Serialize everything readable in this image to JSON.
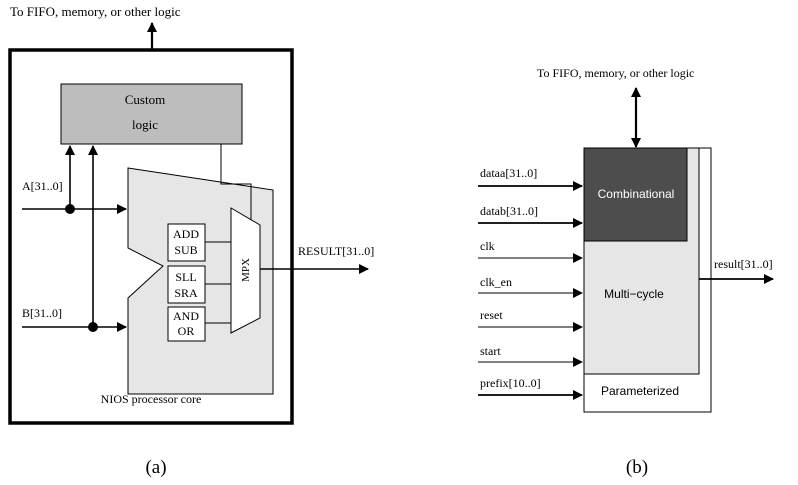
{
  "figure_a": {
    "top_label": "To FIFO, memory, or other logic",
    "custom_logic_line1": "Custom",
    "custom_logic_line2": "logic",
    "input_a": "A[31..0]",
    "input_b": "B[31..0]",
    "output": "RESULT[31..0]",
    "unit1_line1": "ADD",
    "unit1_line2": "SUB",
    "unit2_line1": "SLL",
    "unit2_line2": "SRA",
    "unit3_line1": "AND",
    "unit3_line2": "OR",
    "mux_label": "MPX",
    "core_label": "NIOS processor core",
    "caption": "(a)"
  },
  "figure_b": {
    "top_label": "To FIFO, memory, or other logic",
    "inputs": [
      "dataa[31..0]",
      "datab[31..0]",
      "clk",
      "clk_en",
      "reset",
      "start",
      "prefix[10..0]"
    ],
    "output": "result[31..0]",
    "combinational_label": "Combinational",
    "multicycle_label": "Multi−cycle",
    "parameterized_label": "Parameterized",
    "caption": "(b)"
  },
  "colors": {
    "custom_logic_fill": "#bdbdbd",
    "alu_fill": "#e6e6e6",
    "multicycle_fill": "#e6e6e6",
    "combinational_fill": "#4d4d4d"
  }
}
